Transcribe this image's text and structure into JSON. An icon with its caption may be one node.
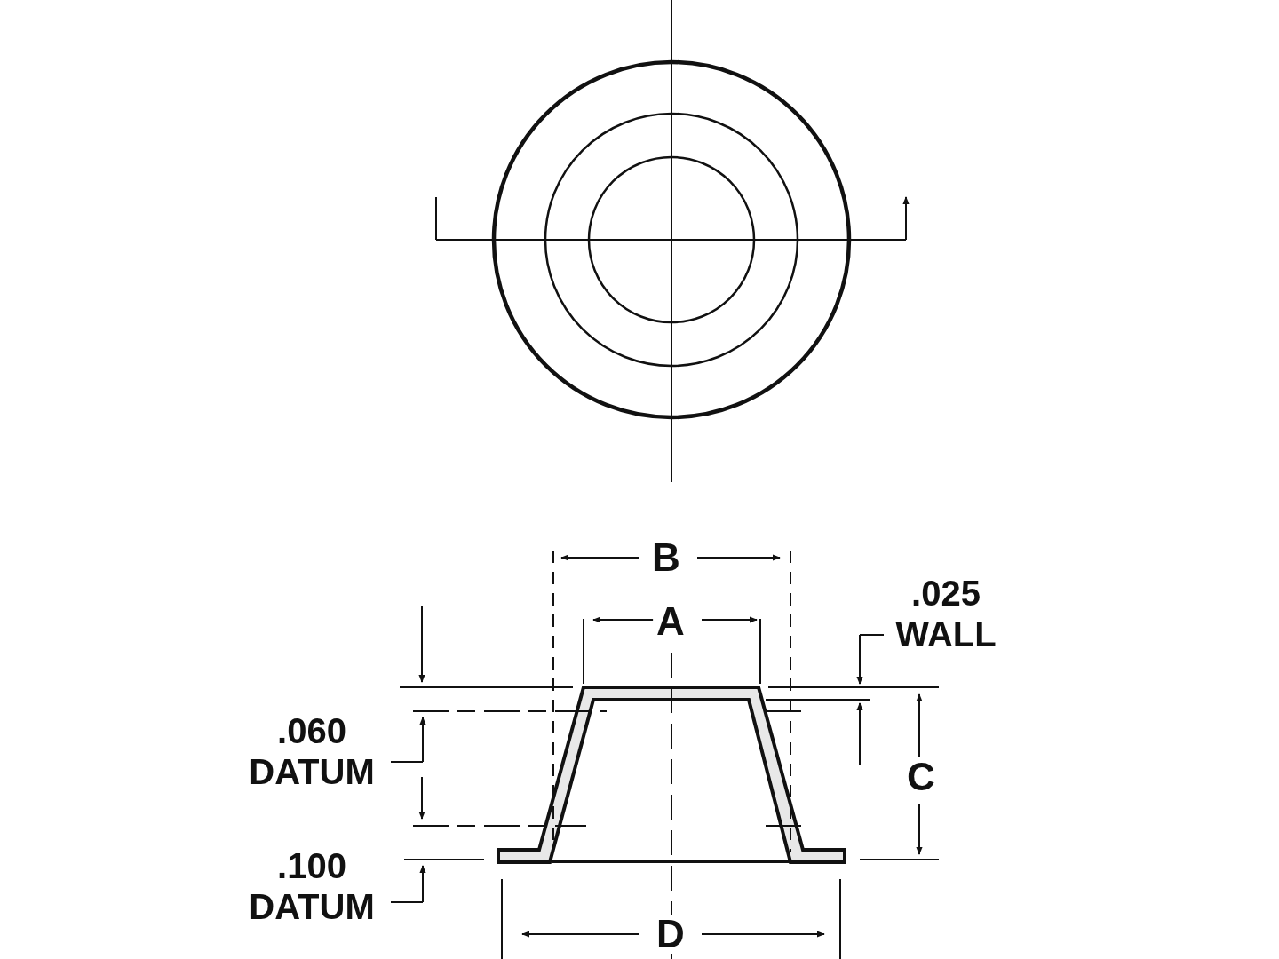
{
  "diagram": {
    "nodes": [
      {
        "text": [
          ".025 WALL"
        ]
      },
      {
        "text": [
          ".060 DATUM"
        ]
      },
      {
        "text": [
          ".100 DATUM"
        ]
      }
    ],
    "edges": [
      {
        "from": 0,
        "to": null,
        "arrow": "none"
      },
      {
        "from": 1,
        "to": null,
        "arrow": "none"
      },
      {
        "from": 2,
        "to": null,
        "arrow": "none"
      }
    ],
    "labels": [
      "B",
      "A",
      "C",
      "D"
    ]
  }
}
